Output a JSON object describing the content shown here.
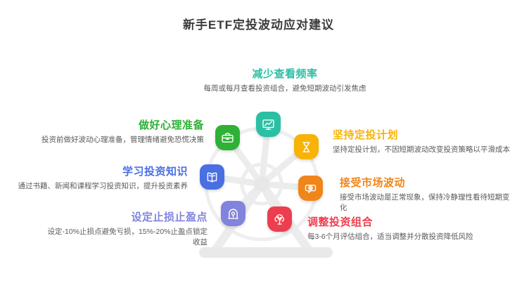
{
  "title": "新手ETF定投波动应对建议",
  "items": [
    {
      "id": "reduce-check-frequency",
      "heading": "减少查看频率",
      "desc": "每周或每月查看投资组合，避免短期波动引发焦虑",
      "color": "#2BBFA4",
      "icon": "monitor-chart-icon"
    },
    {
      "id": "mental-preparation",
      "heading": "做好心理准备",
      "desc": "投资前做好波动心理准备，管理情绪避免恐慌决策",
      "color": "#2EB135",
      "icon": "briefcase-icon"
    },
    {
      "id": "stick-to-invest-plan",
      "heading": "坚持定投计划",
      "desc": "坚持定投计划，不因短期波动改变投资策略以平滑成本",
      "color": "#F7B307",
      "icon": "hourglass-icon"
    },
    {
      "id": "learn-invest-knowledge",
      "heading": "学习投资知识",
      "desc": "通过书籍、新闻和课程学习投资知识，提升投资素养",
      "color": "#4A6FE3",
      "icon": "open-book-icon"
    },
    {
      "id": "accept-market-volatility",
      "heading": "接受市场波动",
      "desc": "接受市场波动是正常现象，保持冷静理性看待短期变化",
      "color": "#F08519",
      "icon": "coin-chat-icon"
    },
    {
      "id": "set-stop-loss-take-profit",
      "heading": "设定止损止盈点",
      "desc": "设定-10%止损点避免亏损，15%-20%止盈点锁定收益",
      "color": "#8184DC",
      "icon": "arch-gauge-icon"
    },
    {
      "id": "rebalance-portfolio",
      "heading": "调整投资组合",
      "desc": "每3-6个月评估组合，适当调整并分散投资降低风险",
      "color": "#EC3E4E",
      "icon": "money-tree-icon"
    }
  ],
  "wheel": {
    "rim_color": "#EFEFEF",
    "spoke_color": "#ECECEC",
    "base_color": "#E9E9E9"
  }
}
